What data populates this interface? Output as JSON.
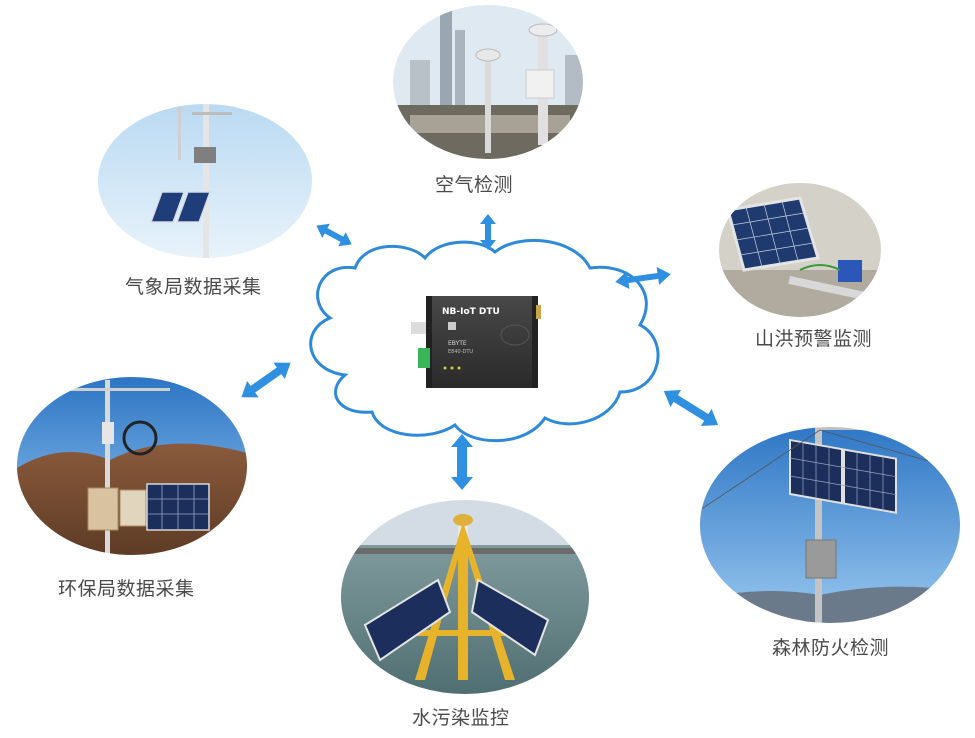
{
  "center": {
    "device_title": "NB-IoT DTU",
    "brand": "EBYTE",
    "model": "E840-DTU"
  },
  "nodes": {
    "air": {
      "label": "空气检测",
      "icon": "air-quality-station-photo"
    },
    "weather": {
      "label": "气象局数据采集",
      "icon": "weather-station-photo"
    },
    "flood": {
      "label": "山洪预警监测",
      "icon": "solar-panel-sensor-photo"
    },
    "env": {
      "label": "环保局数据采集",
      "icon": "environmental-station-photo"
    },
    "forest": {
      "label": "森林防火检测",
      "icon": "solar-pole-photo"
    },
    "water": {
      "label": "水污染监控",
      "icon": "water-buoy-photo"
    }
  },
  "colors": {
    "cloud_stroke": "#2e8ad8",
    "arrow": "#2f8fe0",
    "device_body": "#3a3a3a",
    "label_text": "#4a4a4a"
  }
}
